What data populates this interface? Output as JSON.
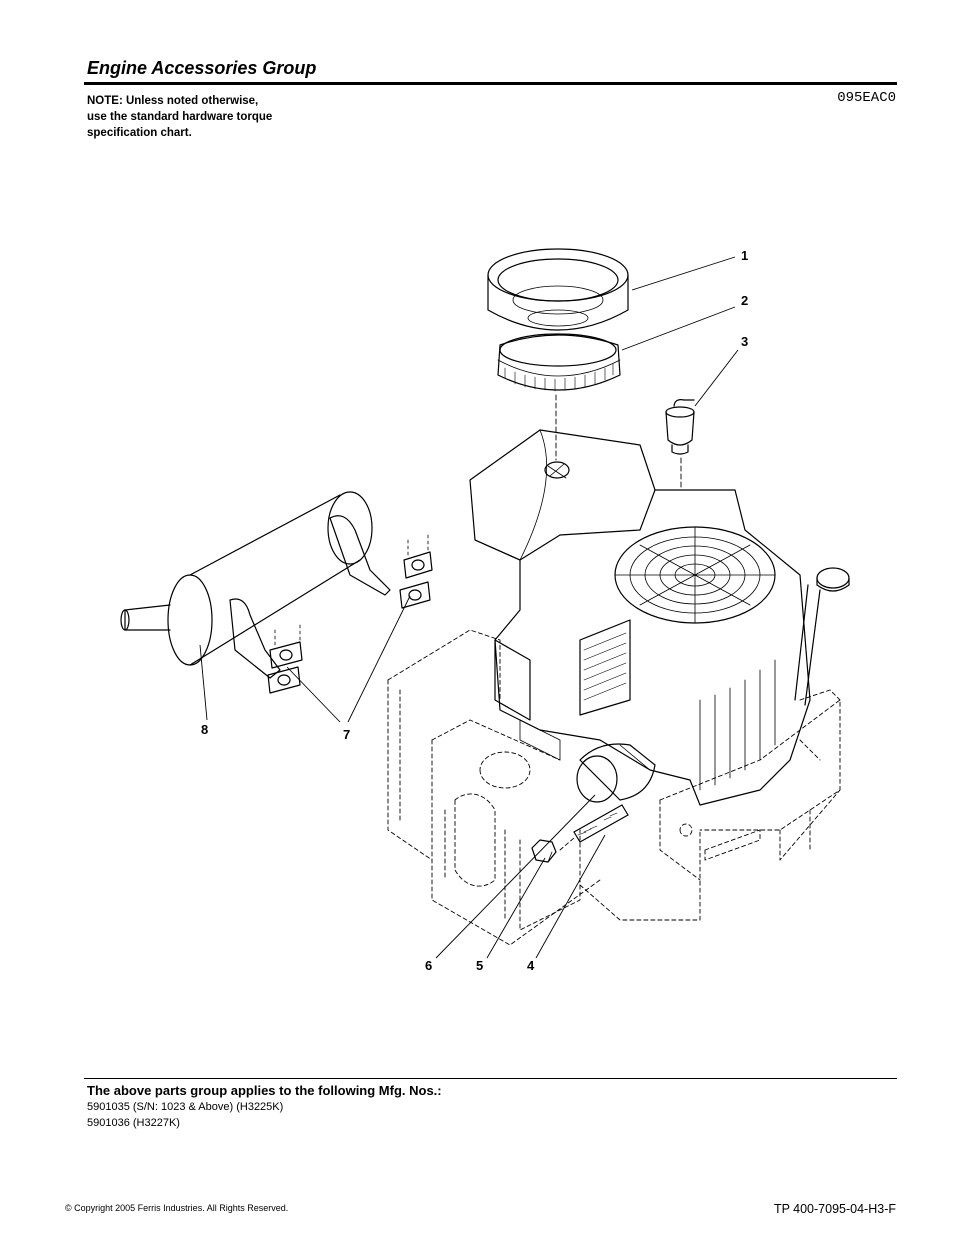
{
  "header": {
    "title": "Engine Accessories Group",
    "note_lines": [
      "NOTE: Unless noted otherwise,",
      "use the standard hardware torque",
      "specification chart."
    ],
    "drawing_code": "095EAC0"
  },
  "callouts": [
    {
      "label": "1"
    },
    {
      "label": "2"
    },
    {
      "label": "3"
    },
    {
      "label": "4"
    },
    {
      "label": "5"
    },
    {
      "label": "6"
    },
    {
      "label": "7"
    },
    {
      "label": "8"
    }
  ],
  "footer": {
    "applies_title": "The above parts group applies to the following Mfg. Nos.:",
    "mfg_numbers": [
      "5901035 (S/N: 1023 & Above) (H3225K)",
      "5901036 (H3227K)"
    ],
    "copyright": "© Copyright  2005 Ferris Industries. All Rights Reserved.",
    "doc_number": "TP 400-7095-04-H3-F"
  }
}
